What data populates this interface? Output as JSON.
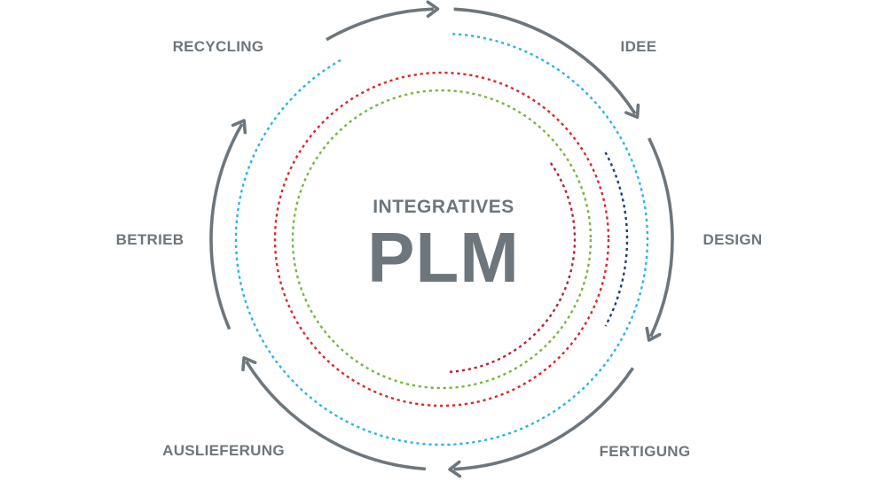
{
  "title": {
    "line1": "INTEGRATIVES",
    "line2": "PLM"
  },
  "stages": [
    {
      "key": "idee",
      "label": "IDEE"
    },
    {
      "key": "design",
      "label": "DESIGN"
    },
    {
      "key": "fertigung",
      "label": "FERTIGUNG"
    },
    {
      "key": "auslieferung",
      "label": "AUSLIEFERUNG"
    },
    {
      "key": "betrieb",
      "label": "BETRIEB"
    },
    {
      "key": "recycling",
      "label": "RECYCLING"
    }
  ],
  "colors": {
    "text": "#6d767c",
    "cycle_arrows": "#6d767c",
    "light_blue": "#2cb3e3",
    "dark_blue": "#1d3f78",
    "red": "#d9272e",
    "green": "#7cb342",
    "dark_red": "#b0243c"
  },
  "cycle_arrow_icon": "arrow-cycle-icon"
}
